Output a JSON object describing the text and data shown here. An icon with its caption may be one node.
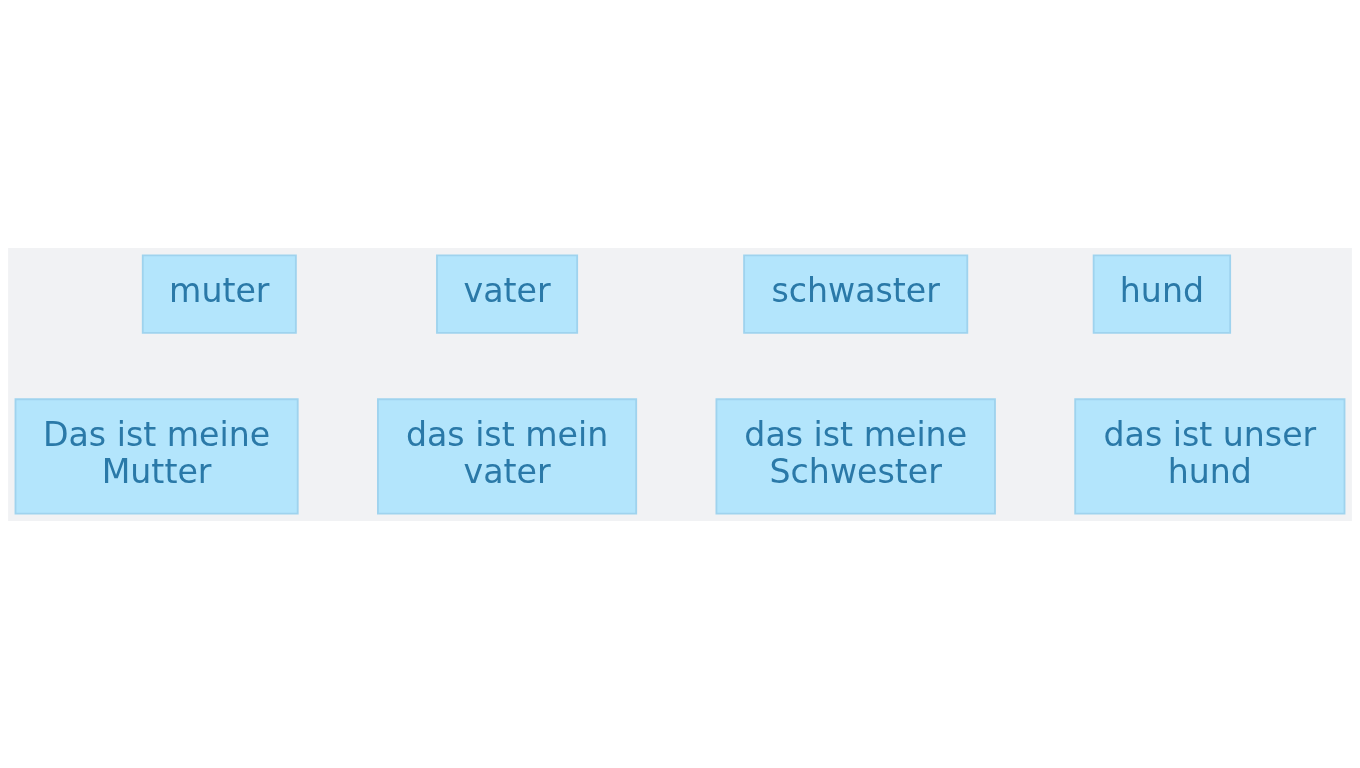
{
  "diagram": {
    "nodes": [
      {
        "text": [
          "muter"
        ]
      },
      {
        "text": [
          "Das ist meine Mutter"
        ]
      },
      {
        "text": [
          "vater"
        ]
      },
      {
        "text": [
          "das ist mein vater"
        ]
      },
      {
        "text": [
          "schwaster"
        ]
      },
      {
        "text": [
          "das ist meine Schwester"
        ]
      },
      {
        "text": [
          "hund"
        ]
      },
      {
        "text": [
          "das ist unser hund"
        ]
      }
    ]
  }
}
